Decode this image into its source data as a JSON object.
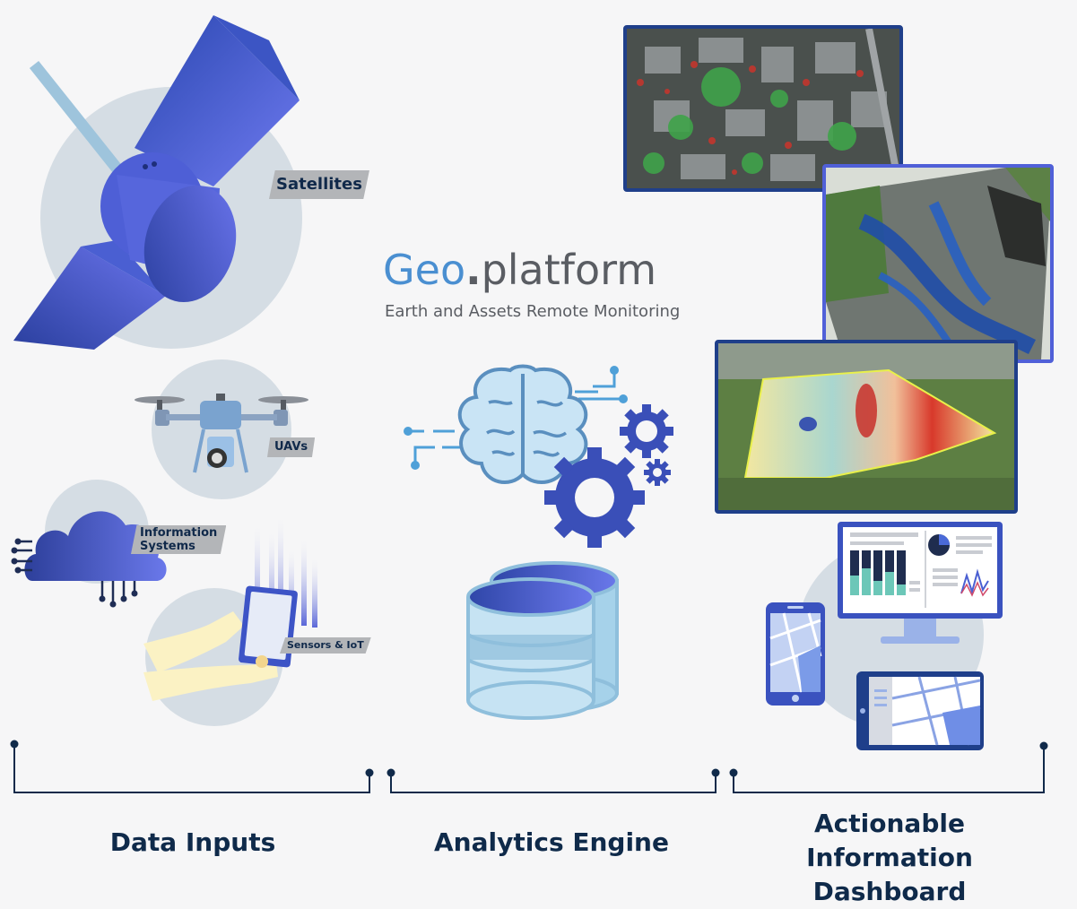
{
  "brand": {
    "name_part1": "Geo",
    "name_dot": ".",
    "name_part2": "platform",
    "tagline": "Earth and Assets Remote Monitoring"
  },
  "inputs": {
    "satellites": "Satellites",
    "uavs": "UAVs",
    "information_systems_line1": "Information",
    "information_systems_line2": "Systems",
    "sensors_iot": "Sensors & IoT"
  },
  "sections": {
    "data_inputs": "Data Inputs",
    "analytics_engine": "Analytics Engine",
    "dashboard_line1": "Actionable Information",
    "dashboard_line2": "Dashboard"
  },
  "colors": {
    "navy": "#0f2a4a",
    "accent_blue": "#4a8fd1",
    "indigo": "#5060d8",
    "light_circle": "#d5dde4"
  }
}
